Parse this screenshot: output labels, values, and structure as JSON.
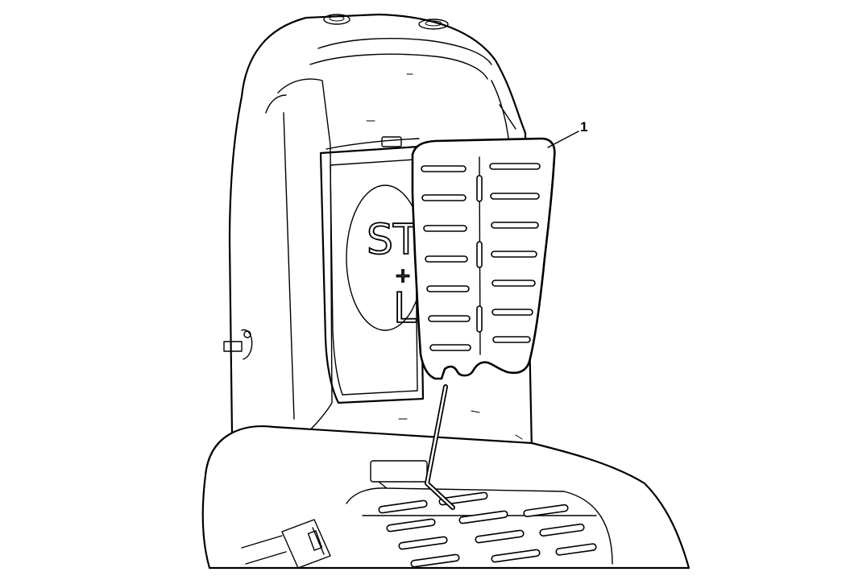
{
  "callouts": [
    {
      "id": "1",
      "text": "1"
    }
  ],
  "label_text": {
    "top": "ST",
    "middle": "+",
    "bottom": "L"
  }
}
